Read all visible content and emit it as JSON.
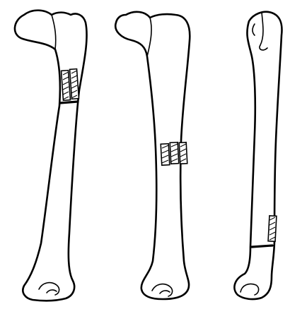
{
  "diagram": {
    "bones": [
      {
        "name": "femur-left",
        "plate_level": "proximal"
      },
      {
        "name": "femur-middle",
        "plate_level": "mid-shaft"
      },
      {
        "name": "femur-right",
        "plate_level": "distal"
      }
    ],
    "colors": {
      "line": "#000000",
      "background": "#ffffff"
    }
  }
}
